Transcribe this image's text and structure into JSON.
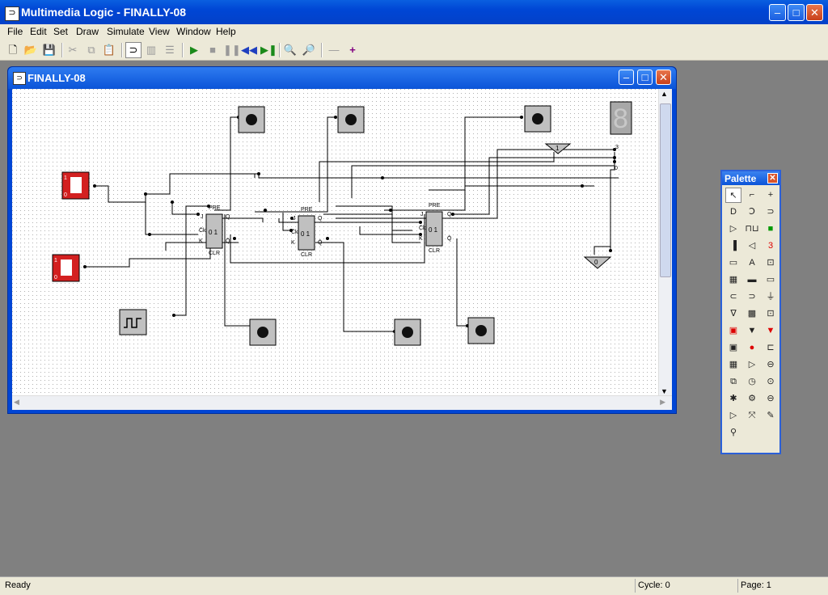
{
  "app": {
    "title": "Multimedia Logic - FINALLY-08"
  },
  "menu": [
    "File",
    "Edit",
    "Set",
    "Draw",
    "Simulate",
    "View",
    "Window",
    "Help"
  ],
  "toolbar": {
    "icons": [
      "new-icon",
      "open-icon",
      "save-icon",
      "cut-icon",
      "copy-icon",
      "paste-icon",
      "edit-mode-icon",
      "tool-a-icon",
      "tool-b-icon",
      "run-icon",
      "stop-icon",
      "pause-icon",
      "step-back-icon",
      "step-forward-icon",
      "zoom-out-icon",
      "zoom-in-icon",
      "minus-icon",
      "plus-icon"
    ]
  },
  "child_window": {
    "title": "FINALLY-08"
  },
  "circuit": {
    "flipflop_labels": {
      "pre": "PRE",
      "clr": "CLR",
      "j": "J",
      "k": "K",
      "q": "Q",
      "qbar": "Q̄",
      "ck": "C̄k",
      "values": "0 1"
    },
    "switch_labels": {
      "on": "1",
      "off": "0"
    },
    "pin_labels": {
      "one": "1",
      "zero": "0",
      "three": "3"
    },
    "seven_segment_digit": "8"
  },
  "palette": {
    "title": "Palette",
    "items": [
      "pointer-icon",
      "wire-icon",
      "junction-icon",
      "and-gate-icon",
      "or-gate-icon",
      "xor-gate-icon",
      "buffer-icon",
      "clock-icon",
      "led-icon",
      "switch-icon",
      "speaker-icon",
      "seven-seg-icon",
      "keyboard-icon",
      "text-icon",
      "counter-icon",
      "memory-icon",
      "display-icon",
      "label-icon",
      "nand-icon",
      "not-icon",
      "ground-icon",
      "filter-icon",
      "chip-icon",
      "device-icon",
      "box-icon",
      "input-pin-icon",
      "output-pin-icon",
      "robot-icon",
      "red-dot-icon",
      "latch-icon",
      "module-icon",
      "tri-state-icon",
      "bell-icon",
      "cube-icon",
      "timer-icon",
      "stopwatch-icon",
      "cpu-icon",
      "network-icon",
      "sensor-icon",
      "arrow-icon",
      "joystick-icon",
      "pen-icon",
      "bike-icon"
    ]
  },
  "status": {
    "left": "Ready",
    "cycle": "Cycle: 0",
    "page": "Page: 1"
  }
}
